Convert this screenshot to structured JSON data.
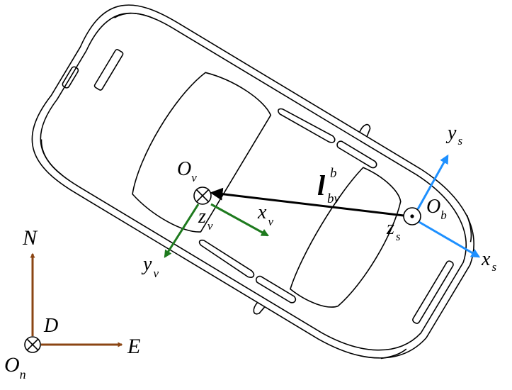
{
  "colors": {
    "ned": "#8B4513",
    "vehicle": "#1E7A1E",
    "sensor": "#1E90FF",
    "lever": "#000000",
    "outline": "#000000"
  },
  "ned_frame": {
    "north_label": "N",
    "east_label": "E",
    "down_label": "D",
    "origin_main": "O",
    "origin_sub": "n"
  },
  "vehicle_frame": {
    "origin_main": "O",
    "origin_sub": "v",
    "x_main": "x",
    "x_sub": "v",
    "y_main": "y",
    "y_sub": "v",
    "z_main": "z",
    "z_sub": "v"
  },
  "sensor_frame": {
    "origin_main": "O",
    "origin_sub": "b",
    "x_main": "x",
    "x_sub": "s",
    "y_main": "y",
    "y_sub": "s",
    "z_main": "z",
    "z_sub": "s"
  },
  "lever_arm": {
    "main": "l",
    "sup": "b",
    "sub": "bv"
  }
}
